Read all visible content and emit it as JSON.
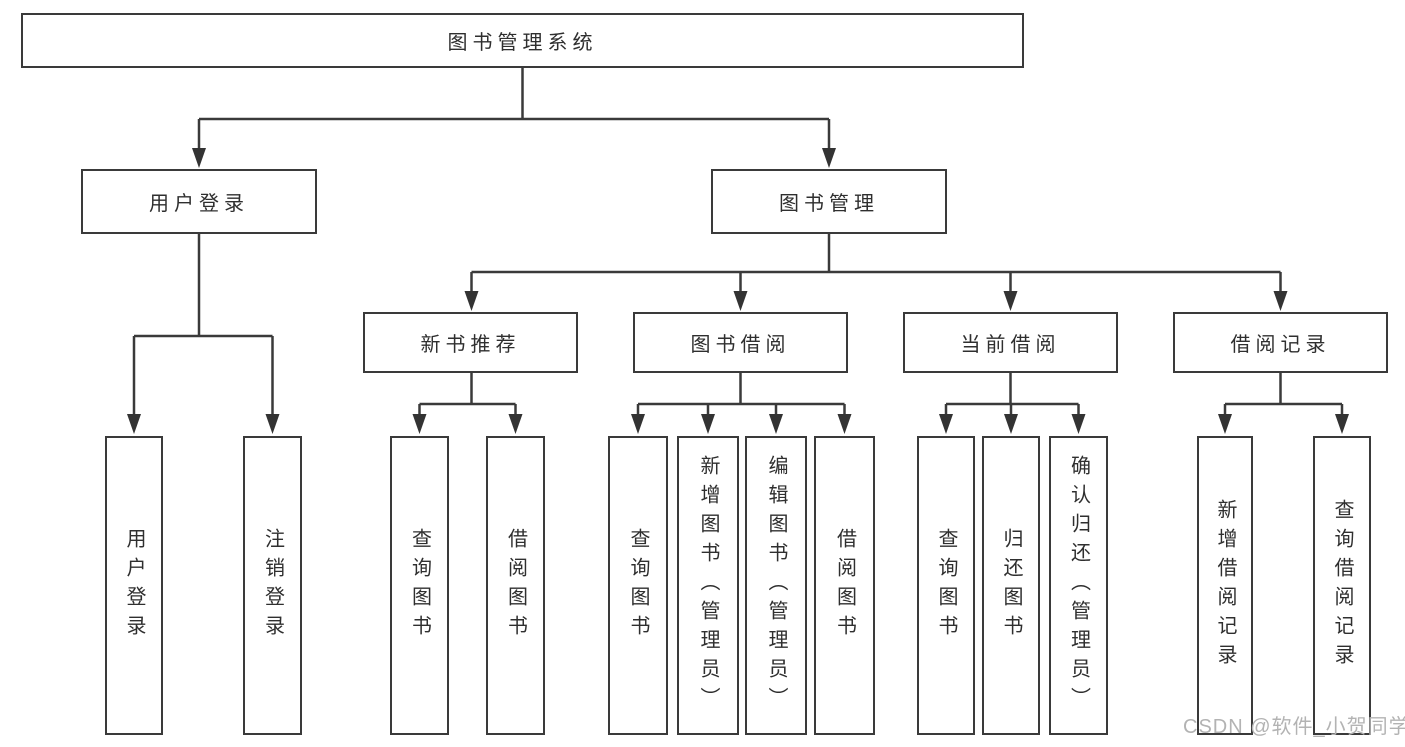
{
  "tree": {
    "root": {
      "label": "图书管理系统",
      "children": [
        {
          "label": "用户登录",
          "children": [
            {
              "label": "用户登录"
            },
            {
              "label": "注销登录"
            }
          ]
        },
        {
          "label": "图书管理",
          "children": [
            {
              "label": "新书推荐",
              "children": [
                {
                  "label": "查询图书"
                },
                {
                  "label": "借阅图书"
                }
              ]
            },
            {
              "label": "图书借阅",
              "children": [
                {
                  "label": "查询图书"
                },
                {
                  "label": "新增图书（管理员）"
                },
                {
                  "label": "编辑图书（管理员）"
                },
                {
                  "label": "借阅图书"
                }
              ]
            },
            {
              "label": "当前借阅",
              "children": [
                {
                  "label": "查询图书"
                },
                {
                  "label": "归还图书"
                },
                {
                  "label": "确认归还（管理员）"
                }
              ]
            },
            {
              "label": "借阅记录",
              "children": [
                {
                  "label": "新增借阅记录"
                },
                {
                  "label": "查询借阅记录"
                }
              ]
            }
          ]
        }
      ]
    }
  },
  "watermark": {
    "text": "CSDN @软件_小贺同学"
  },
  "colors": {
    "line": "#3a3a3a",
    "box_border": "#3a3a3a",
    "text": "#2f2f2f",
    "watermark": "#b3b3b3",
    "background": "#ffffff"
  }
}
